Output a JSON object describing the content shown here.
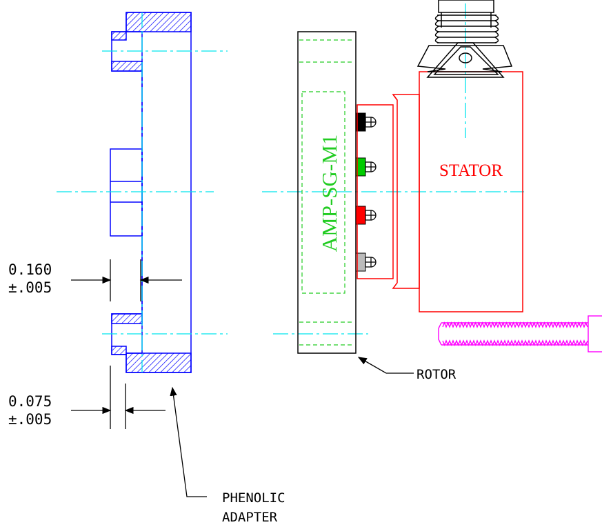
{
  "dimensions": {
    "gap": {
      "value": "0.160",
      "tolerance": "±.005"
    },
    "thickness": {
      "value": "0.075",
      "tolerance": "±.005"
    }
  },
  "labels": {
    "phenolic_line1": "PHENOLIC",
    "phenolic_line2": "ADAPTER",
    "rotor": "ROTOR",
    "stator": "STATOR",
    "amp_model": "AMP-SG-M1"
  },
  "colors": {
    "adapter": "#0000ff",
    "centerline": "#00e5ee",
    "stator": "#ff0000",
    "label_green": "#22cc22",
    "bolt": "#ff00ff",
    "ink": "#000000"
  },
  "connector_pins": [
    "black",
    "green",
    "red",
    "gray"
  ]
}
